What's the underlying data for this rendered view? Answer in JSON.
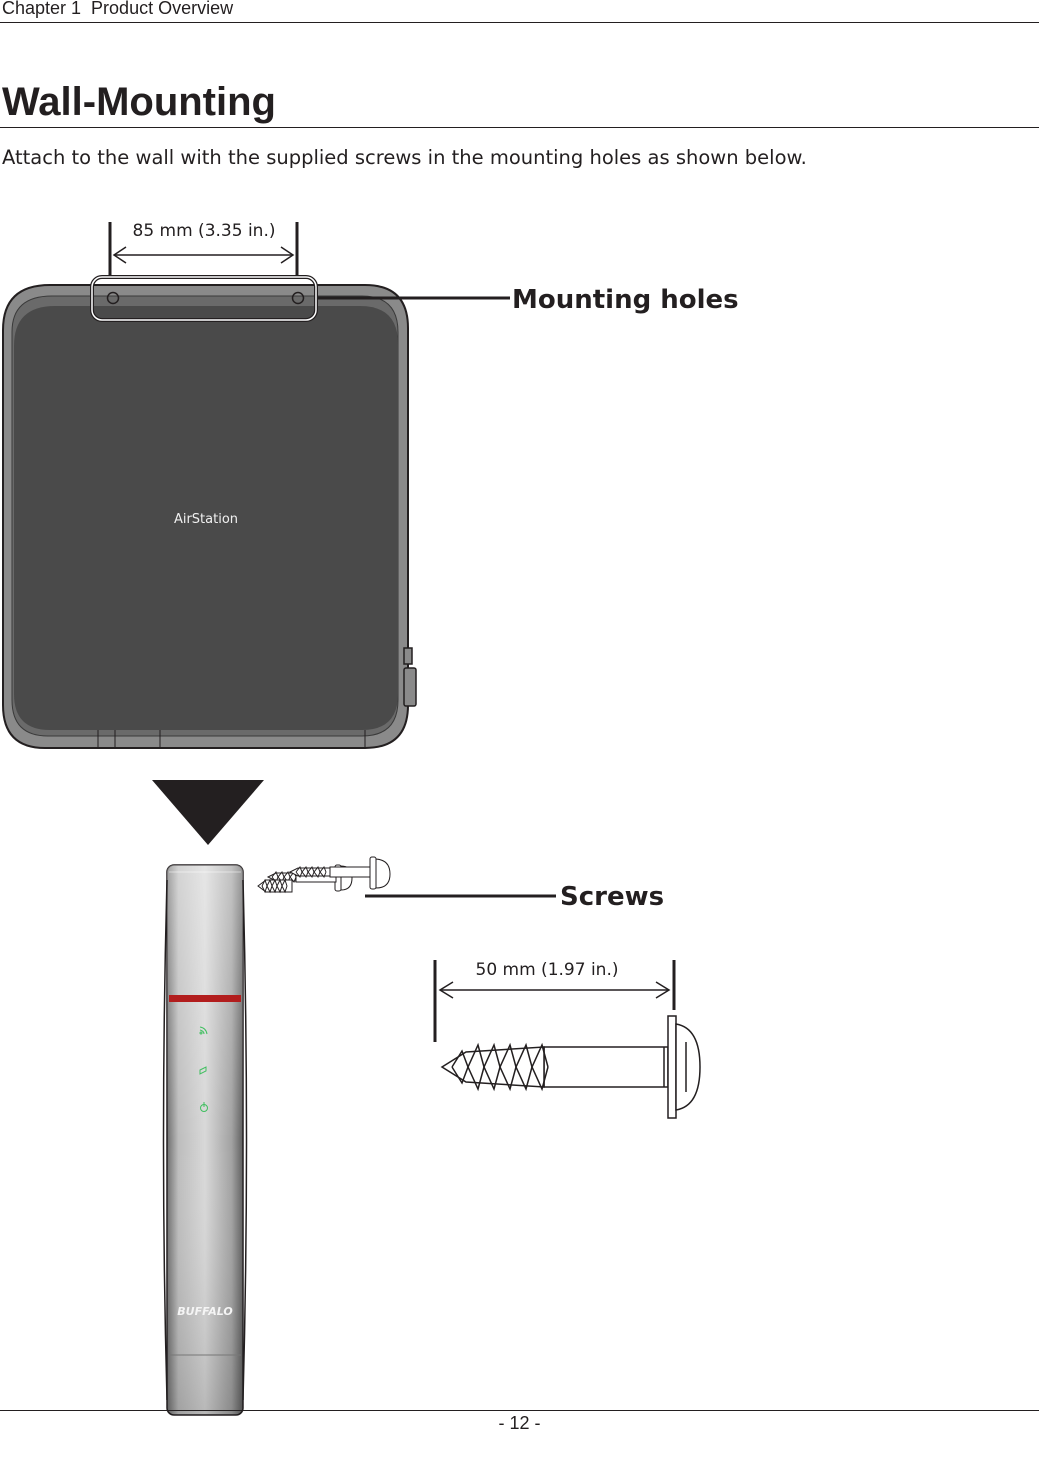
{
  "header": {
    "chapter": "Chapter 1  Product Overview"
  },
  "section": {
    "title": "Wall-Mounting",
    "intro": "Attach to the wall with the supplied screws in the mounting holes as shown below."
  },
  "figure": {
    "mounting_label": "Mounting holes",
    "mounting_spacing": "85 mm (3.35 in.)",
    "screws_label": "Screws",
    "screw_length": "50 mm (1.97 in.)",
    "device_logo": "AirStation",
    "brand_logo": "BUFFALO",
    "colors": {
      "device_top": "#4a4a4a",
      "device_side": "#a9a9a9",
      "indicator_strip": "#b21d1d",
      "led": "#3fbf5f",
      "arrow": "#231f20"
    }
  },
  "footer": {
    "page": "- 12 -"
  }
}
